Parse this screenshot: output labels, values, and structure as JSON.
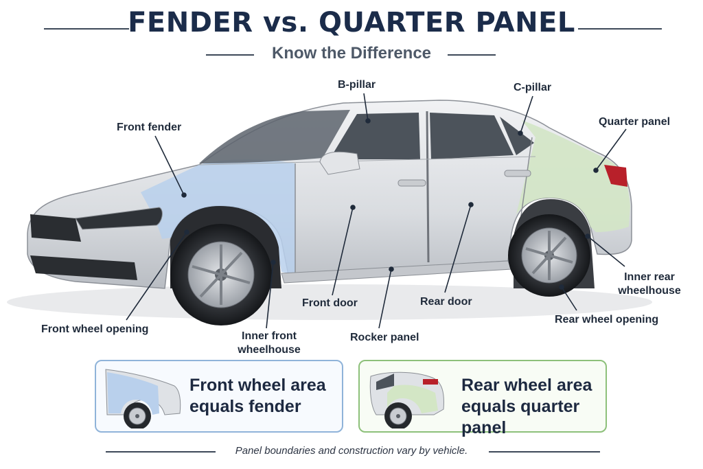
{
  "title": "FENDER vs. QUARTER PANEL",
  "subtitle": "Know the Difference",
  "labels": {
    "b_pillar": "B-pillar",
    "c_pillar": "C-pillar",
    "front_fender": "Front fender",
    "quarter_panel": "Quarter panel",
    "inner_rear_wheelhouse": "Inner rear wheelhouse",
    "front_door": "Front door",
    "rear_door": "Rear door",
    "rear_wheel_opening": "Rear wheel opening",
    "front_wheel_opening": "Front wheel opening",
    "inner_front_wheelhouse": "Inner front wheelhouse",
    "rocker_panel": "Rocker panel"
  },
  "cards": {
    "front": {
      "text": "Front wheel area equals fender"
    },
    "rear": {
      "text": "Rear wheel area equals quarter panel"
    }
  },
  "footnote": "Panel boundaries and construction vary by vehicle.",
  "colors": {
    "fender_highlight": "#b9d0ec",
    "quarter_highlight": "#d3e6c5",
    "title": "#1b2c4a"
  }
}
